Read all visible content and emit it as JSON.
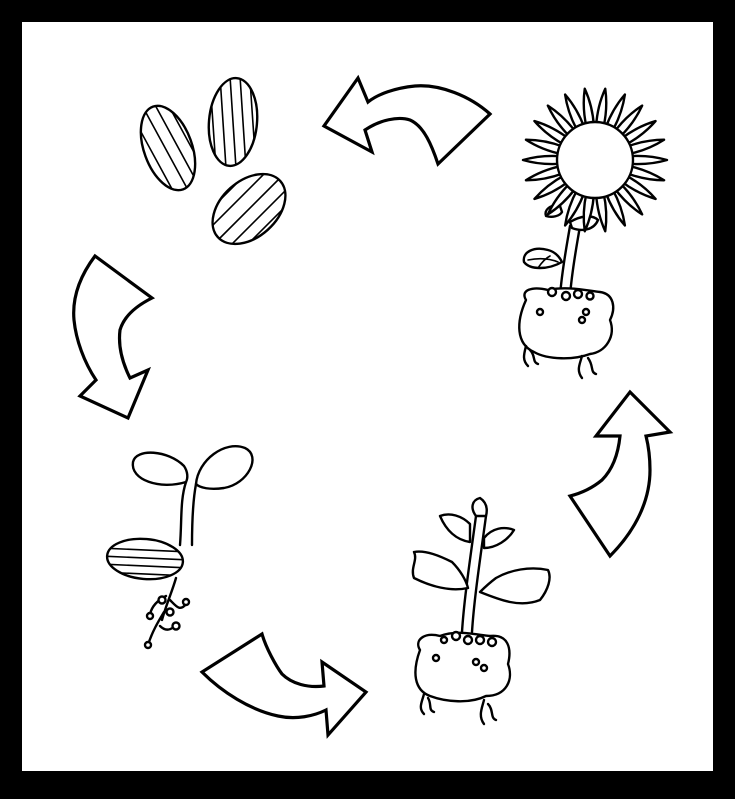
{
  "diagram": {
    "stages": [
      {
        "id": "seeds",
        "icon": "sunflower-seeds"
      },
      {
        "id": "sprout",
        "icon": "seedling-sprout"
      },
      {
        "id": "young-plant",
        "icon": "young-plant"
      },
      {
        "id": "flowering",
        "icon": "sunflower-in-bloom"
      }
    ],
    "arrows": [
      {
        "from": "seeds",
        "to": "sprout"
      },
      {
        "from": "sprout",
        "to": "young-plant"
      },
      {
        "from": "young-plant",
        "to": "flowering"
      },
      {
        "from": "flowering",
        "to": "seeds"
      }
    ],
    "colors": {
      "ink": "#000000",
      "paper": "#ffffff"
    }
  }
}
